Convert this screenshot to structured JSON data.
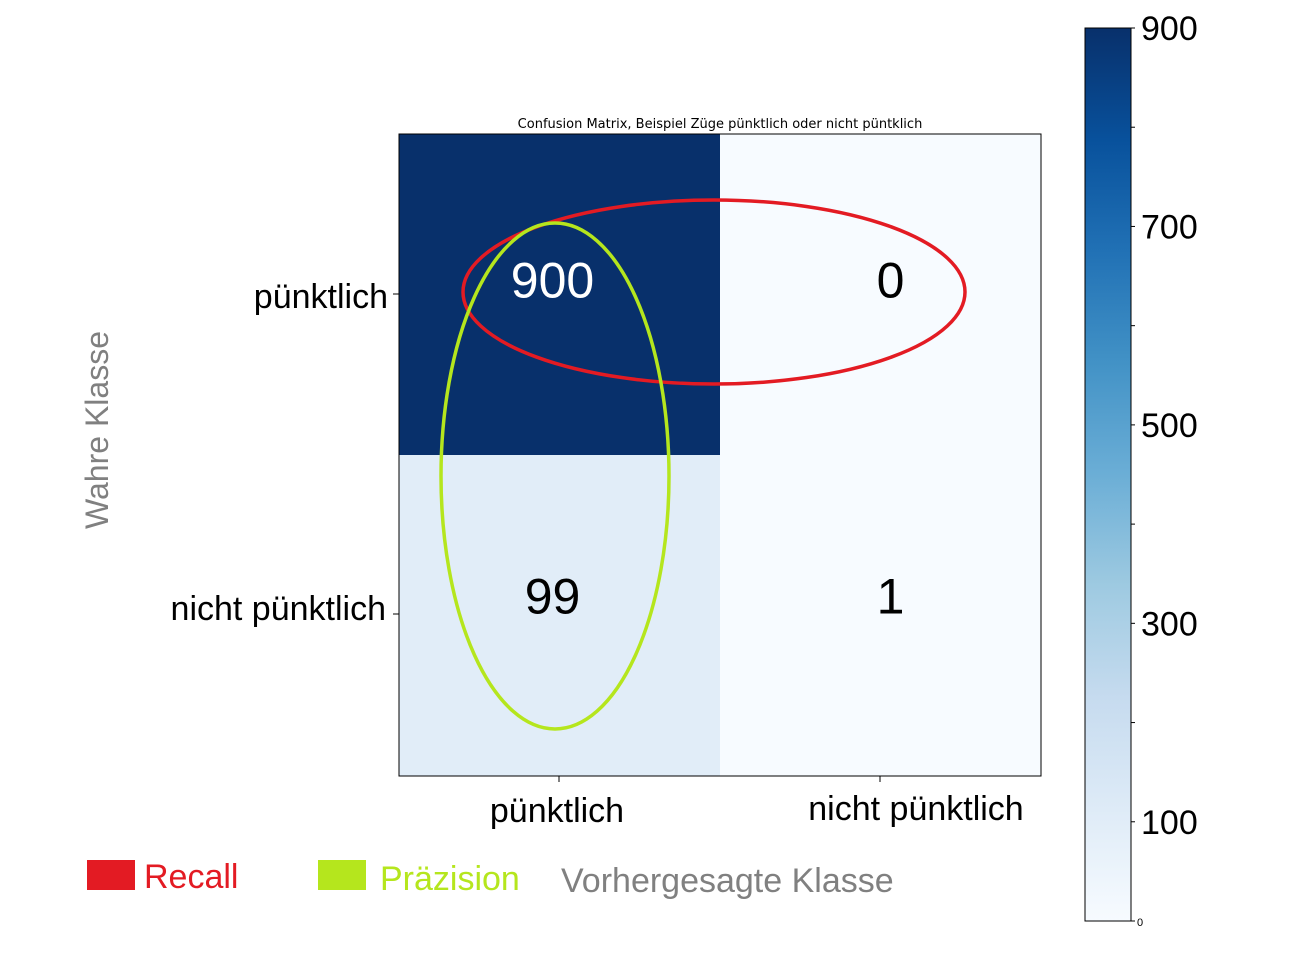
{
  "chart_data": {
    "type": "heatmap",
    "title": "Confusion Matrix, Beispiel Züge pünktlich oder nicht püntklich",
    "xlabel": "Vorhergesagte Klasse",
    "ylabel": "Wahre Klasse",
    "x_categories": [
      "pünktlich",
      "nicht pünktlich"
    ],
    "y_categories": [
      "pünktlich",
      "nicht pünktlich"
    ],
    "values": [
      [
        900,
        0
      ],
      [
        99,
        1
      ]
    ],
    "colorbar": {
      "range": [
        0,
        900
      ],
      "ticks": [
        "900",
        "700",
        "500",
        "300",
        "100",
        "0"
      ],
      "colormap": "Blues"
    }
  },
  "annotations": {
    "recall": {
      "label": "Recall",
      "color": "#e31b23"
    },
    "precision": {
      "label": "Präzision",
      "color": "#b5e61d"
    }
  },
  "colors": {
    "axis_label": "#808080",
    "text_dark": "#000000",
    "text_light": "#ffffff"
  }
}
